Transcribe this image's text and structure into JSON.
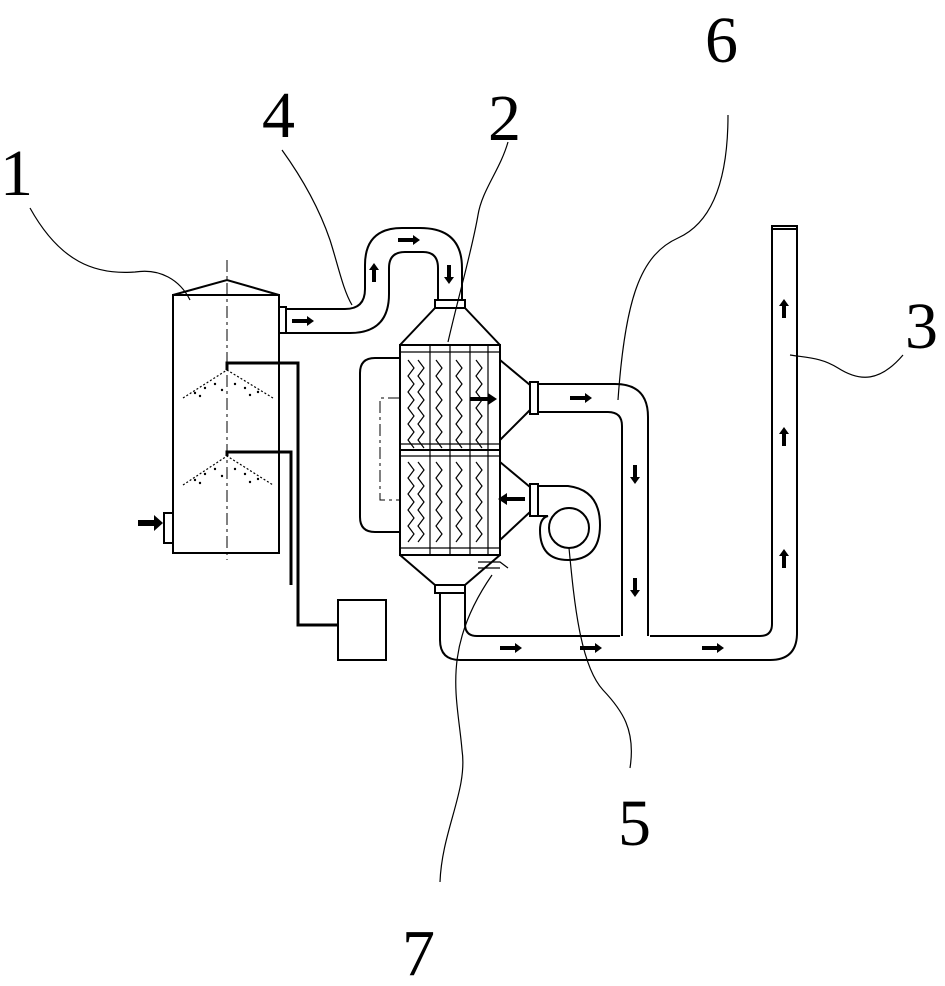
{
  "labels": {
    "scrubber": "1",
    "heat_exchanger": "2",
    "chimney": "3",
    "inlet_duct": "4",
    "fan": "5",
    "outlet_duct": "6",
    "drain": "7"
  }
}
